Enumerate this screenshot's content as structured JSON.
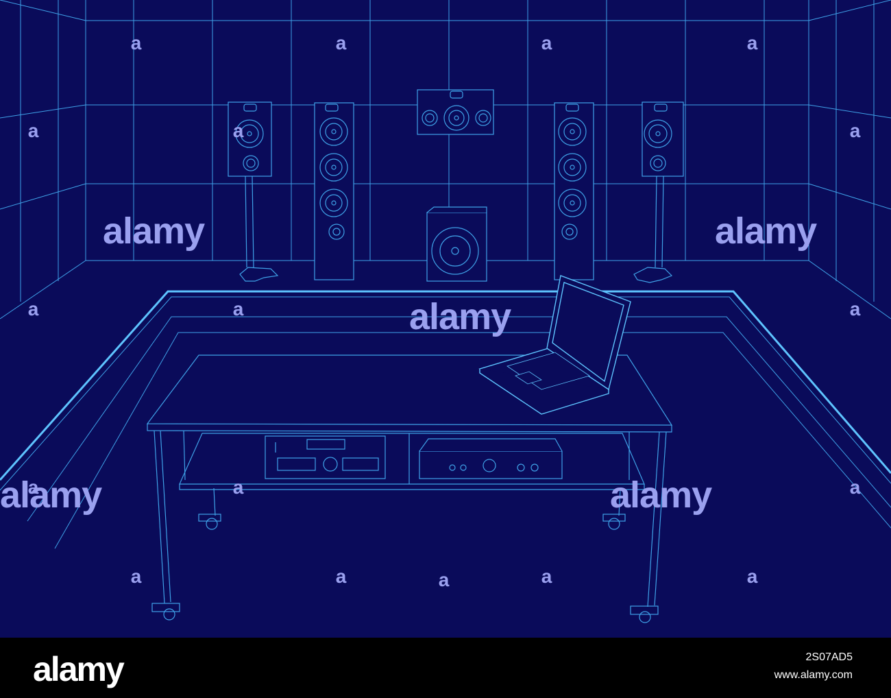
{
  "colors": {
    "background": "#0a0b5a",
    "line": "#3fa2e8",
    "line_bright": "#5ec4ff",
    "watermark": "#9aa0ef",
    "footer_bg": "#000000",
    "footer_text": "#ffffff"
  },
  "watermark": {
    "text": "alamy",
    "icon": "alamy-a-icon"
  },
  "footer": {
    "logo": "alamy",
    "image_id": "2S07AD5",
    "url": "www.alamy.com"
  }
}
